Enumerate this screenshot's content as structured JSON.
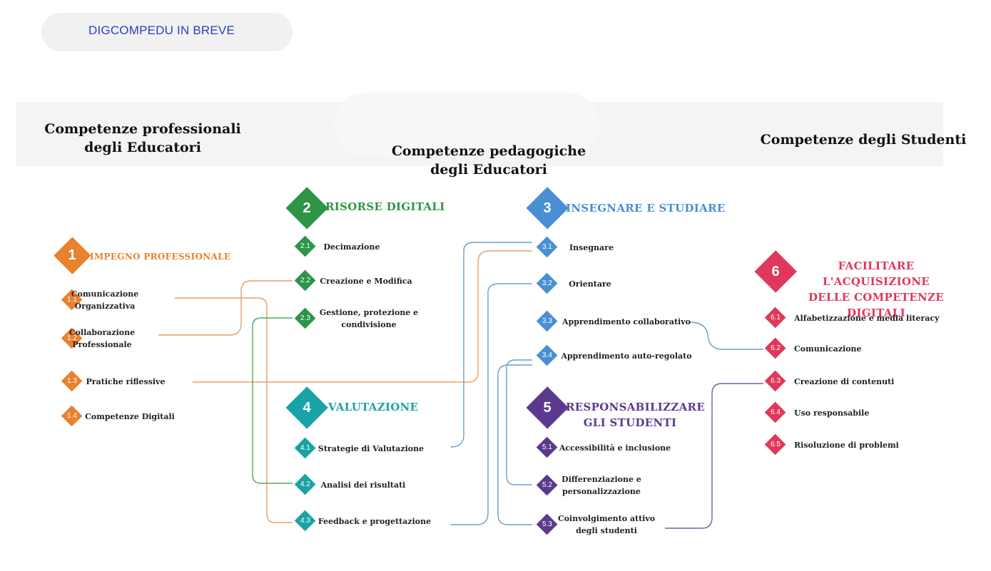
{
  "badge": {
    "label": "DIGCOMPEDU IN BREVE"
  },
  "headings": {
    "professional": [
      "Competenze professionali",
      "degli Educatori"
    ],
    "pedagogical": [
      "Competenze pedagogiche",
      "degli Educatori"
    ],
    "students": [
      "Competenze degli Studenti"
    ]
  },
  "colors": {
    "area1": "#e8822e",
    "area2": "#2e9447",
    "area3": "#4a8fd4",
    "area4": "#1aa3a6",
    "area5": "#5b3a8e",
    "area6": "#e0385a"
  },
  "areas": {
    "a1": {
      "num": "1",
      "title": [
        "IMPEGNO PROFESSIONALE"
      ],
      "items": [
        {
          "num": "1.1",
          "label": [
            "Comunicazione",
            "Organizzativa"
          ]
        },
        {
          "num": "1.2",
          "label": [
            "Collaborazione",
            "Professionale"
          ]
        },
        {
          "num": "1.3",
          "label": [
            "Pratiche riflessive"
          ]
        },
        {
          "num": "1.4",
          "label": [
            "Competenze Digitali"
          ]
        }
      ]
    },
    "a2": {
      "num": "2",
      "title": [
        "RISORSE DIGITALI"
      ],
      "items": [
        {
          "num": "2.1",
          "label": [
            "Decimazione"
          ]
        },
        {
          "num": "2.2",
          "label": [
            "Creazione e Modifica"
          ]
        },
        {
          "num": "2.3",
          "label": [
            "Gestione, protezione e",
            "condivisione"
          ]
        }
      ]
    },
    "a3": {
      "num": "3",
      "title": [
        "INSEGNARE E STUDIARE"
      ],
      "items": [
        {
          "num": "3.1",
          "label": [
            "Insegnare"
          ]
        },
        {
          "num": "3.2",
          "label": [
            "Orientare"
          ]
        },
        {
          "num": "3.3",
          "label": [
            "Apprendimento collaborativo"
          ]
        },
        {
          "num": "3.4",
          "label": [
            "Apprendimento auto-regolato"
          ]
        }
      ]
    },
    "a4": {
      "num": "4",
      "title": [
        "VALUTAZIONE"
      ],
      "items": [
        {
          "num": "4.1",
          "label": [
            "Strategie di Valutazione"
          ]
        },
        {
          "num": "4.2",
          "label": [
            "Analisi dei risultati"
          ]
        },
        {
          "num": "4.3",
          "label": [
            "Feedback e progettazione"
          ]
        }
      ]
    },
    "a5": {
      "num": "5",
      "title": [
        "RESPONSABILIZZARE",
        "GLI STUDENTI"
      ],
      "items": [
        {
          "num": "5.1",
          "label": [
            "Accessibilità e inclusione"
          ]
        },
        {
          "num": "5.2",
          "label": [
            "Differenziazione e",
            "personalizzazione"
          ]
        },
        {
          "num": "5.3",
          "label": [
            "Coinvolgimento attivo",
            "degli studenti"
          ]
        }
      ]
    },
    "a6": {
      "num": "6",
      "title": [
        "FACILITARE L'ACQUISIZIONE",
        "DELLE COMPETENZE DIGITALI"
      ],
      "items": [
        {
          "num": "6.1",
          "label": [
            "Alfabetizzazione e media literacy"
          ]
        },
        {
          "num": "6.2",
          "label": [
            "Comunicazione"
          ]
        },
        {
          "num": "6.3",
          "label": [
            "Creazione di contenuti"
          ]
        },
        {
          "num": "6.4",
          "label": [
            "Uso responsabile"
          ]
        },
        {
          "num": "6.5",
          "label": [
            "Risoluzione di problemi"
          ]
        }
      ]
    }
  }
}
